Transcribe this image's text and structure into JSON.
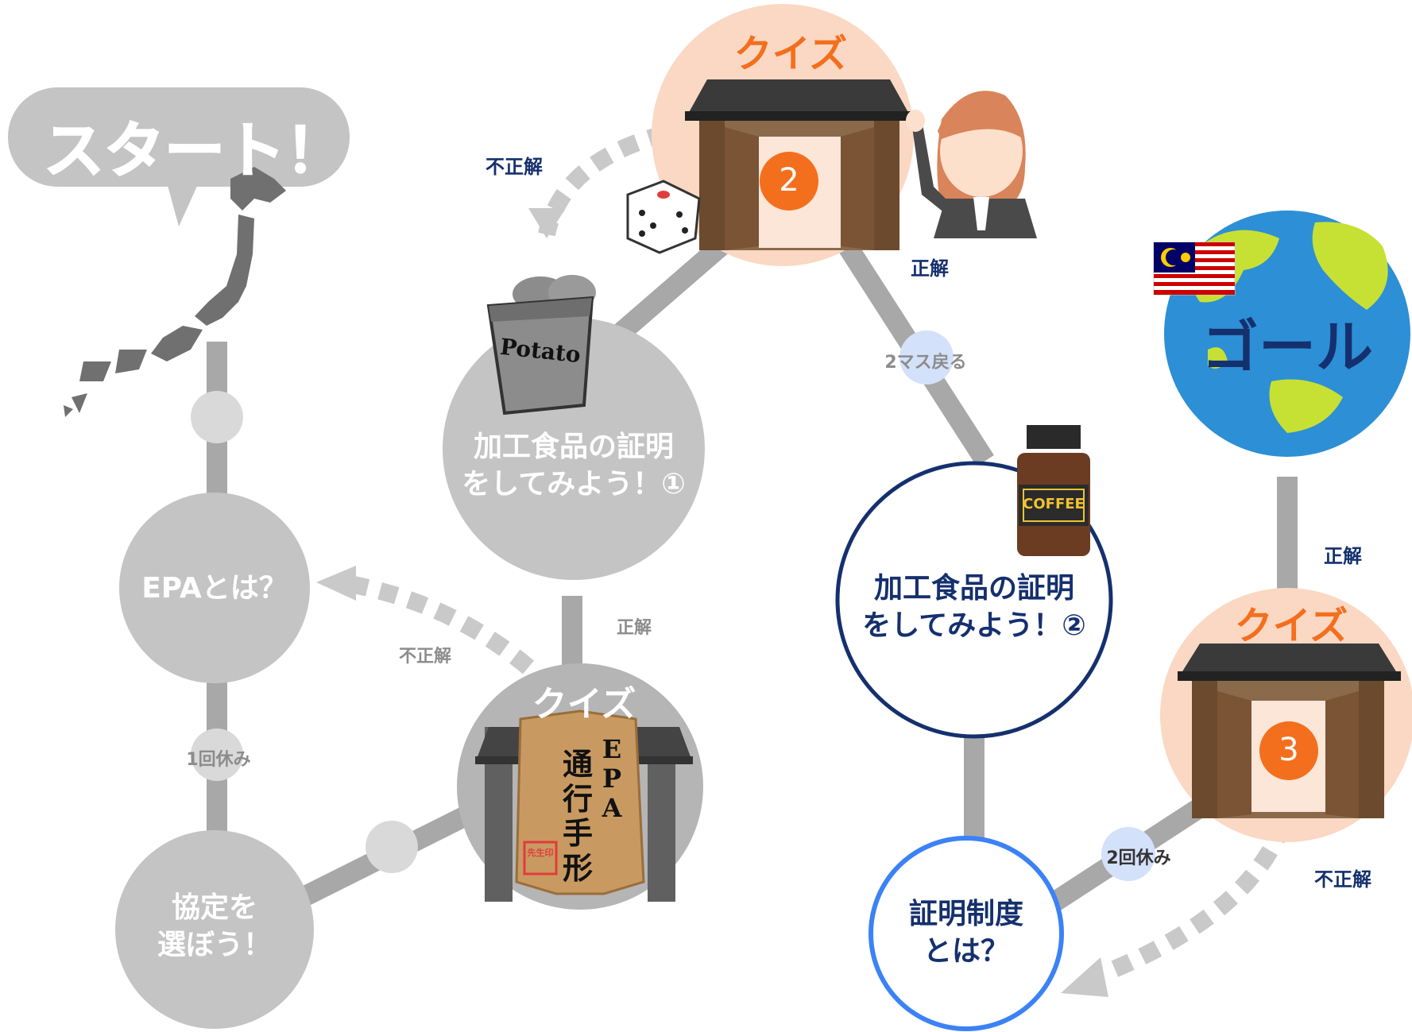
{
  "start": {
    "label": "スタート！"
  },
  "goal": {
    "label": "ゴール"
  },
  "nodes": {
    "epa": "EPAとは？",
    "choose": [
      "協定を",
      "選ぼう！"
    ],
    "proof1": [
      "加工食品の証明",
      "をしてみよう！①"
    ],
    "proof2": [
      "加工食品の証明",
      "をしてみよう！②"
    ],
    "system": [
      "証明制度",
      "とは？"
    ]
  },
  "quiz": {
    "title": "クイズ",
    "num2": "2",
    "num3": "3",
    "tag_lines": [
      "通",
      "行",
      "手",
      "形"
    ],
    "tag_epa": [
      "E",
      "P",
      "A"
    ],
    "stamp": "先生印"
  },
  "labels": {
    "correct": "正解",
    "incorrect": "不正解",
    "rest1": "1回休み",
    "rest2": "2回休み",
    "back2": "2マス戻る"
  },
  "illustrations": {
    "potato": "Potato",
    "coffee": "COFFEE"
  },
  "colors": {
    "grey_node": "#c4c4c4",
    "path": "#a8a8a8",
    "navy": "#15306e",
    "orange": "#f36f1e",
    "peach": "#fbd8c3",
    "light_blue": "#d4e1fa",
    "blue_ring": "#3b82f6"
  }
}
